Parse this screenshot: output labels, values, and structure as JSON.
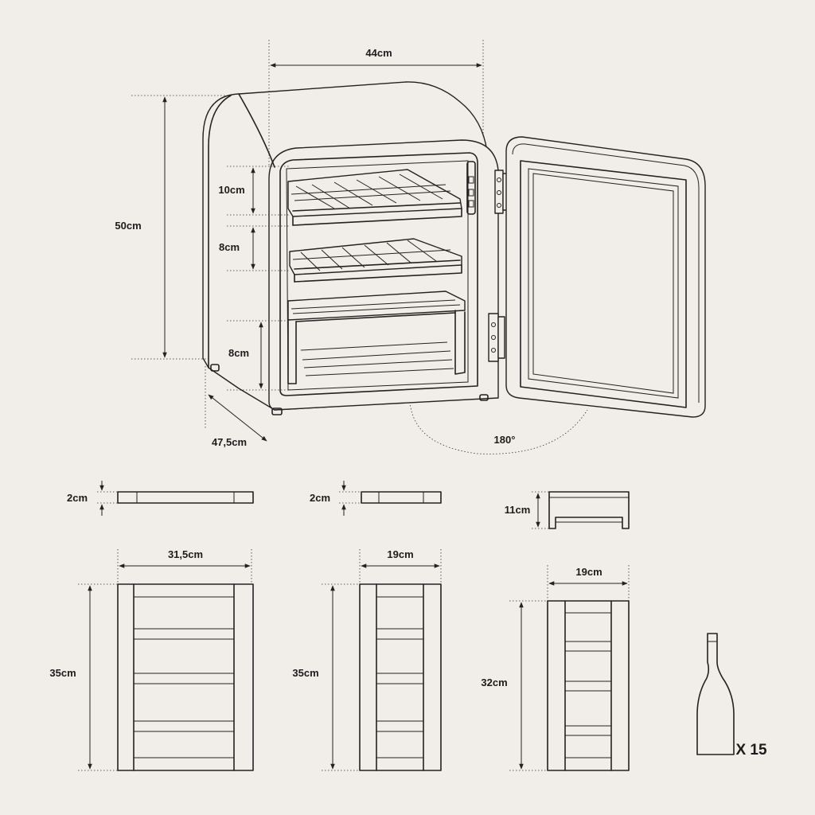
{
  "fridge": {
    "width_label": "44cm",
    "height_label": "50cm",
    "depth_label": "47,5cm",
    "shelf_gap_top_label": "10cm",
    "shelf_gap_mid_label": "8cm",
    "shelf_gap_bottom_label": "8cm",
    "door_angle_label": "180°"
  },
  "shelves": [
    {
      "thickness_label": "2cm",
      "width_label": "31,5cm",
      "depth_label": "35cm"
    },
    {
      "thickness_label": "2cm",
      "width_label": "19cm",
      "depth_label": "35cm"
    },
    {
      "height_label": "11cm",
      "width_label": "19cm",
      "depth_label": "32cm"
    }
  ],
  "capacity": {
    "label": "X 15",
    "icon": "wine-bottle-icon"
  }
}
